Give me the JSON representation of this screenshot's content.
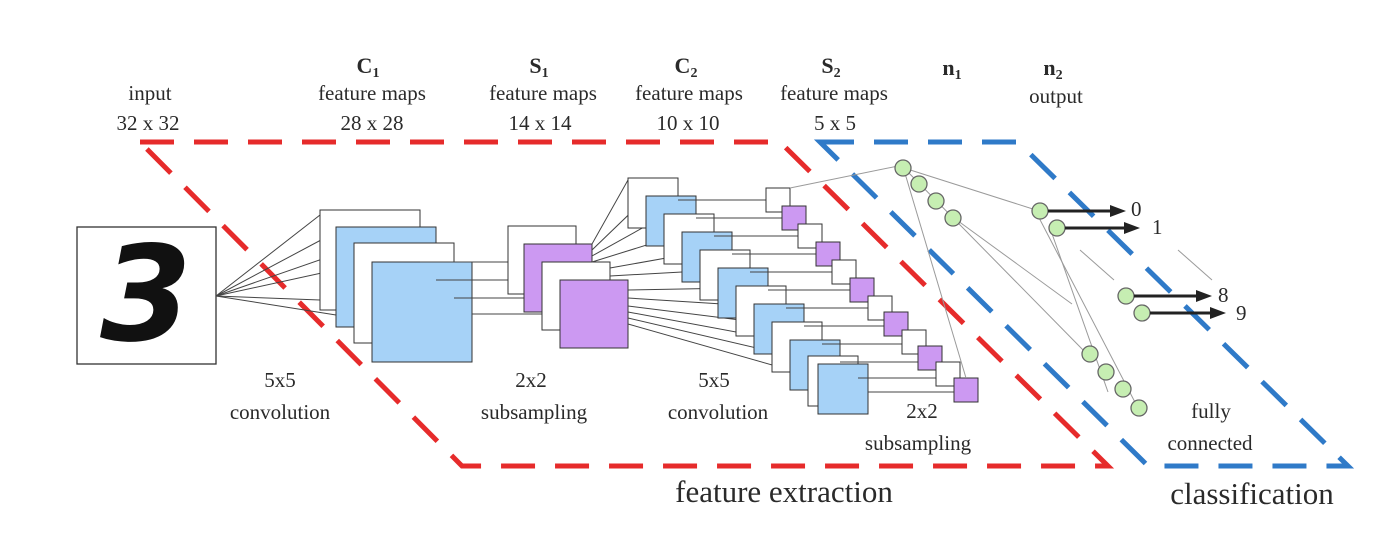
{
  "headers": {
    "input": {
      "line1": "input",
      "line2": "32 x 32"
    },
    "c1": {
      "name": "C",
      "sub": "1",
      "line1": "feature maps",
      "line2": "28 x 28"
    },
    "s1": {
      "name": "S",
      "sub": "1",
      "line1": "feature maps",
      "line2": "14 x 14"
    },
    "c2": {
      "name": "C",
      "sub": "2",
      "line1": "feature maps",
      "line2": "10 x 10"
    },
    "s2": {
      "name": "S",
      "sub": "2",
      "line1": "feature maps",
      "line2": "5 x 5"
    },
    "n1": {
      "name": "n",
      "sub": "1"
    },
    "n2": {
      "name": "n",
      "sub": "2",
      "line1": "output"
    }
  },
  "input_digit": "3",
  "operations": {
    "conv1": {
      "line1": "5x5",
      "line2": "convolution"
    },
    "sub1": {
      "line1": "2x2",
      "line2": "subsampling"
    },
    "conv2": {
      "line1": "5x5",
      "line2": "convolution"
    },
    "sub2": {
      "line1": "2x2",
      "line2": "subsampling"
    },
    "fc": {
      "line1": "fully",
      "line2": "connected"
    }
  },
  "outputs": [
    "0",
    "1",
    "8",
    "9"
  ],
  "sections": {
    "feature_extraction": "feature extraction",
    "classification": "classification"
  },
  "colors": {
    "feature_extraction_border": "#e62b2b",
    "classification_border": "#2f7ac8",
    "conv_map": "#a6d2f7",
    "subsample_map": "#cc99f2",
    "neuron": "#c6eeb2"
  }
}
